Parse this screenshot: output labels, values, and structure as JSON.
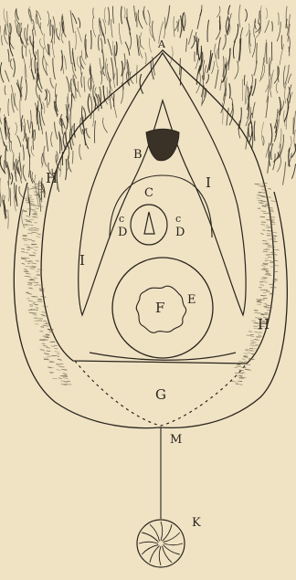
{
  "figure": {
    "labels": {
      "A": "A",
      "B": "B",
      "C": "C",
      "D_left": "D",
      "D_right": "D",
      "small_left": "c",
      "small_right": "c",
      "E": "E",
      "F": "F",
      "G": "G",
      "H_left": "H",
      "H_right": "H",
      "I_left": "I",
      "I_right": "I",
      "K": "K",
      "M": "M"
    },
    "colors": {
      "paper": "#efe3c4",
      "ink": "#2a241c",
      "hatch": "#6b5e4a"
    }
  }
}
